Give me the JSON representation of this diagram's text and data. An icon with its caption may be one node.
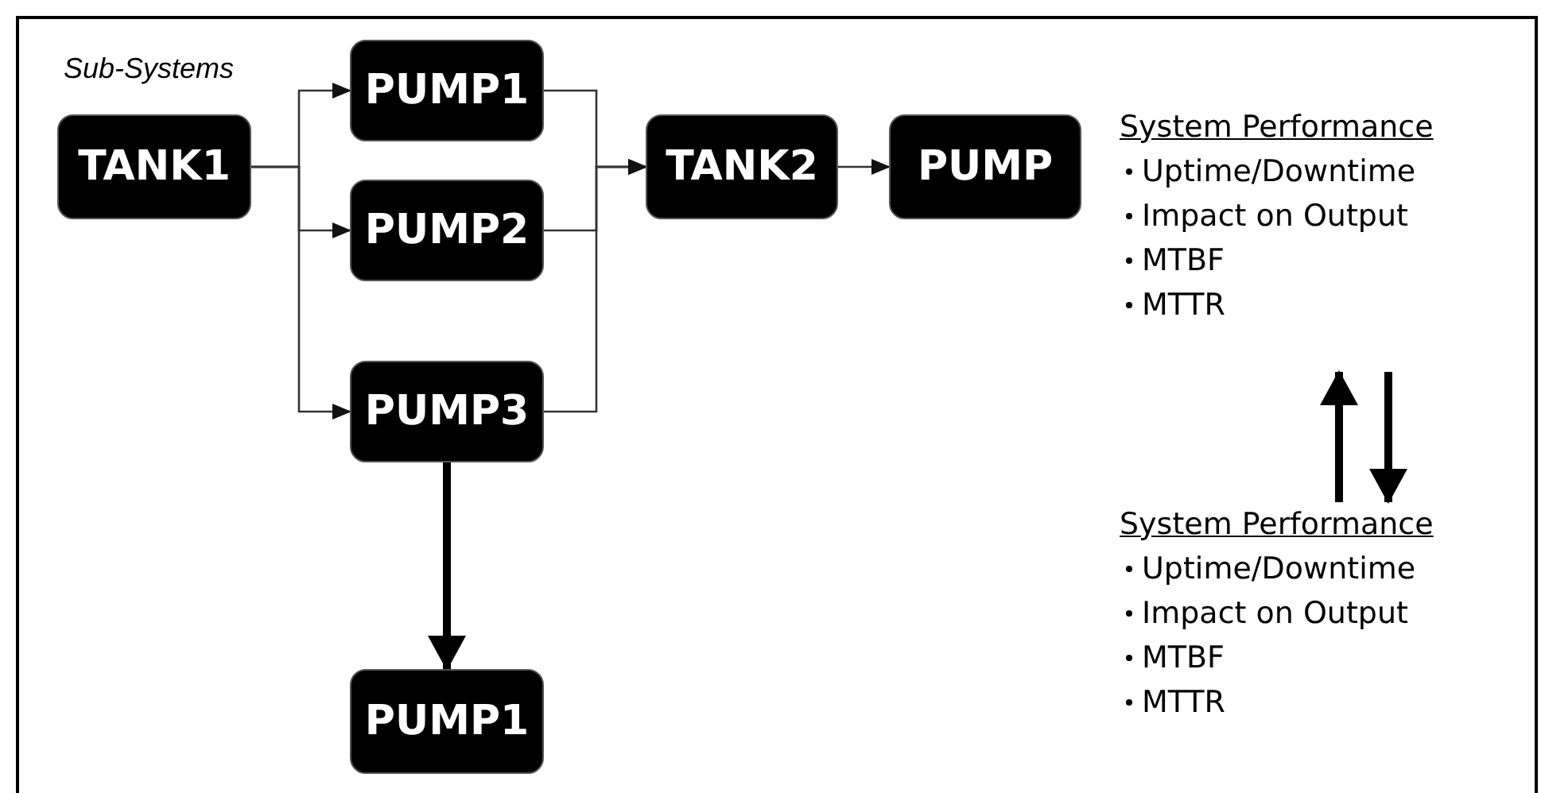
{
  "diagram": {
    "nodes": [
      {
        "text": [
          "TANK1"
        ]
      },
      {
        "text": [
          "PUMP1"
        ]
      },
      {
        "text": [
          "PUMP2"
        ]
      },
      {
        "text": [
          "PUMP3"
        ]
      },
      {
        "text": [
          "TANK2"
        ]
      },
      {
        "text": [
          "PUMP"
        ]
      },
      {
        "text": [
          "PUMP1"
        ]
      },
      {
        "text": [
          "System Performance",
          "Uptime/Downtime",
          "Impact on Output",
          "MTBF",
          "MTTR"
        ]
      },
      {
        "text": [
          "System Performance",
          "Uptime/Downtime",
          "Impact on Output",
          "MTBF",
          "MTTR"
        ]
      }
    ],
    "edges": [
      {
        "from": 0,
        "to": 1,
        "arrow": "to"
      },
      {
        "from": 0,
        "to": 2,
        "arrow": "to"
      },
      {
        "from": 0,
        "to": 3,
        "arrow": "to"
      },
      {
        "from": 1,
        "to": 4,
        "arrow": "to"
      },
      {
        "from": 2,
        "to": 4,
        "arrow": "to"
      },
      {
        "from": 3,
        "to": 4,
        "arrow": "to"
      },
      {
        "from": 4,
        "to": 5,
        "arrow": "to"
      },
      {
        "from": 3,
        "to": 6,
        "arrow": "to",
        "style": "thick"
      },
      {
        "from": 8,
        "to": 7,
        "arrow": "to",
        "style": "thick"
      },
      {
        "from": 7,
        "to": 8,
        "arrow": "to",
        "style": "thick"
      }
    ],
    "labels": [
      "Sub-Systems"
    ]
  }
}
